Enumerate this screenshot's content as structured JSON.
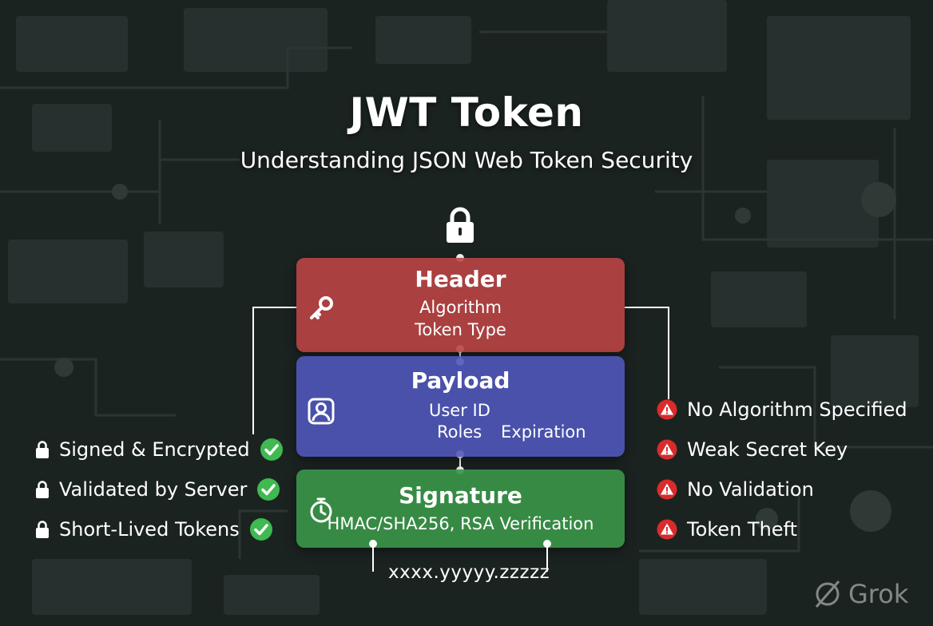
{
  "title": "JWT Token",
  "subtitle": "Understanding JSON Web Token Security",
  "structure": {
    "header": {
      "title": "Header",
      "lines": [
        "Algorithm",
        "Token Type"
      ],
      "icon": "key-icon",
      "color": "#ba4444"
    },
    "payload": {
      "title": "Payload",
      "lines": [
        "User ID",
        "Roles",
        "Expiration"
      ],
      "icon": "user-icon",
      "color": "#5056ba"
    },
    "signature": {
      "title": "Signature",
      "lines": [
        "HMAC/SHA256, RSA Verification"
      ],
      "icon": "stopwatch-icon",
      "color": "#3a9448"
    }
  },
  "token_format": "xxxx.yyyyy.zzzzz",
  "best_practices": [
    {
      "label": "Signed & Encrypted",
      "icon": "lock-icon",
      "status": "check-icon"
    },
    {
      "label": "Validated by Server",
      "icon": "lock-icon",
      "status": "check-icon"
    },
    {
      "label": "Short-Lived Tokens",
      "icon": "lock-icon",
      "status": "check-icon"
    }
  ],
  "risks": [
    {
      "label": "No Algorithm Specified",
      "icon": "warning-icon"
    },
    {
      "label": "Weak Secret Key",
      "icon": "warning-icon"
    },
    {
      "label": "No Validation",
      "icon": "warning-icon"
    },
    {
      "label": "Token Theft",
      "icon": "warning-icon"
    }
  ],
  "watermark": "Grok",
  "colors": {
    "check": "#3fb950",
    "warning": "#d92b2b",
    "background": "#1b2321"
  }
}
